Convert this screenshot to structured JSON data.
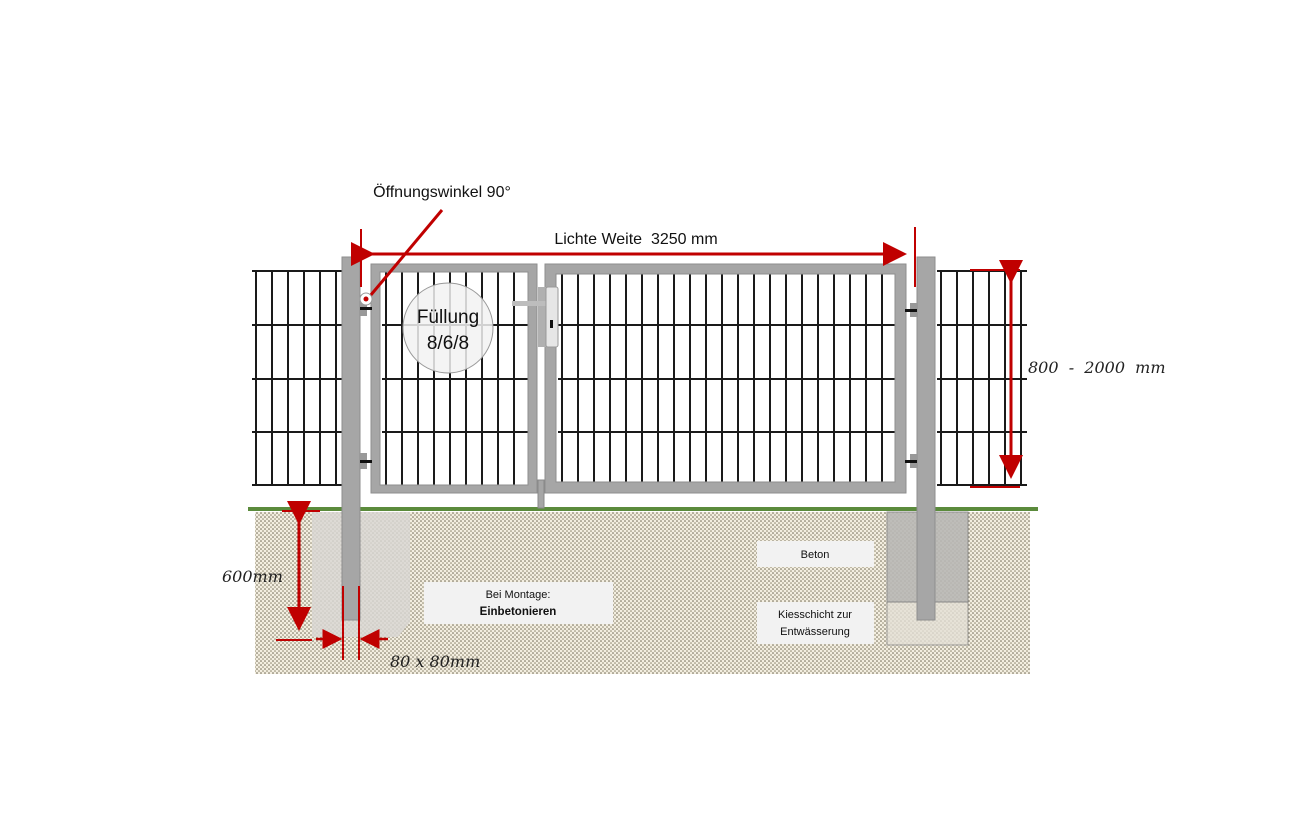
{
  "labels": {
    "opening_angle": "Öffnungswinkel 90°",
    "clear_width": "Lichte Weite  3250 mm",
    "infill_line1": "Füllung",
    "infill_line2": "8/6/8",
    "height_range": "800  -  2000  mm",
    "depth": "600mm",
    "post_size": "80 x 80mm",
    "mounting_line1": "Bei Montage:",
    "mounting_line2": "Einbetonieren",
    "concrete": "Beton",
    "gravel_line1": "Kiesschicht zur",
    "gravel_line2": "Entwässerung"
  },
  "colors": {
    "dimension": "#c00000",
    "frame": "#a6a6a6",
    "mesh": "#1a1a1a",
    "ground": "#5b8b3c"
  }
}
